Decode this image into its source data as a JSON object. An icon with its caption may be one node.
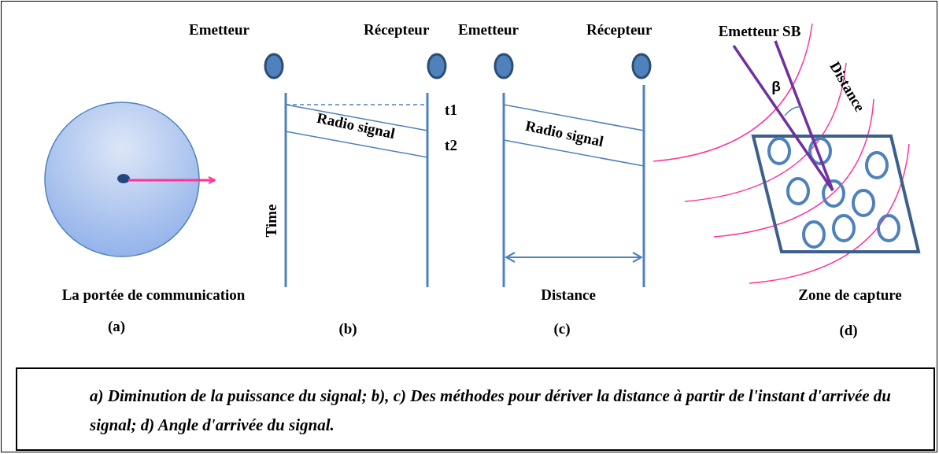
{
  "diagram": {
    "caption": "a) Diminution de la puissance du signal;   b), c) Des méthodes pour dériver la distance à partir de l'instant d'arrivée du signal; d) Angle d'arrivée du signal.",
    "nodes": [
      {
        "text": [
          "Emetteur"
        ]
      },
      {
        "text": [
          "Récepteur"
        ]
      },
      {
        "text": [
          "Emetteur"
        ]
      },
      {
        "text": [
          "Récepteur"
        ]
      }
    ],
    "labels": [
      "La portée de communication",
      "(a)",
      "t1",
      "Radio signal",
      "t2",
      "Time",
      "(b)",
      "Radio signal",
      "Distance",
      "(c)",
      "Emetteur SB",
      "β",
      "Distance",
      "Zone de capture",
      "(d)"
    ]
  }
}
